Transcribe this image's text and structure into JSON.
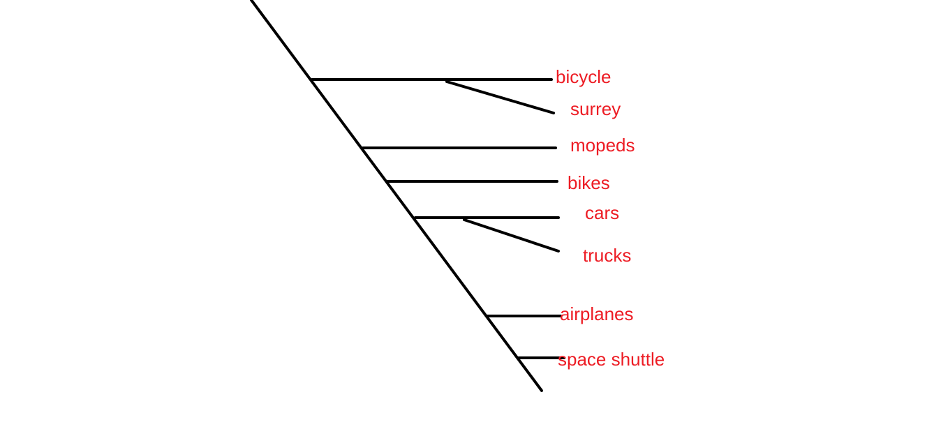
{
  "labels": {
    "bicycle": "bicycle",
    "surrey": "surrey",
    "mopeds": "mopeds",
    "bikes": "bikes",
    "cars": "cars",
    "trucks": "trucks",
    "airplanes": "airplanes",
    "space_shuttle": "space shuttle"
  },
  "colors": {
    "line": "#000000",
    "label": "#ED1C24"
  }
}
